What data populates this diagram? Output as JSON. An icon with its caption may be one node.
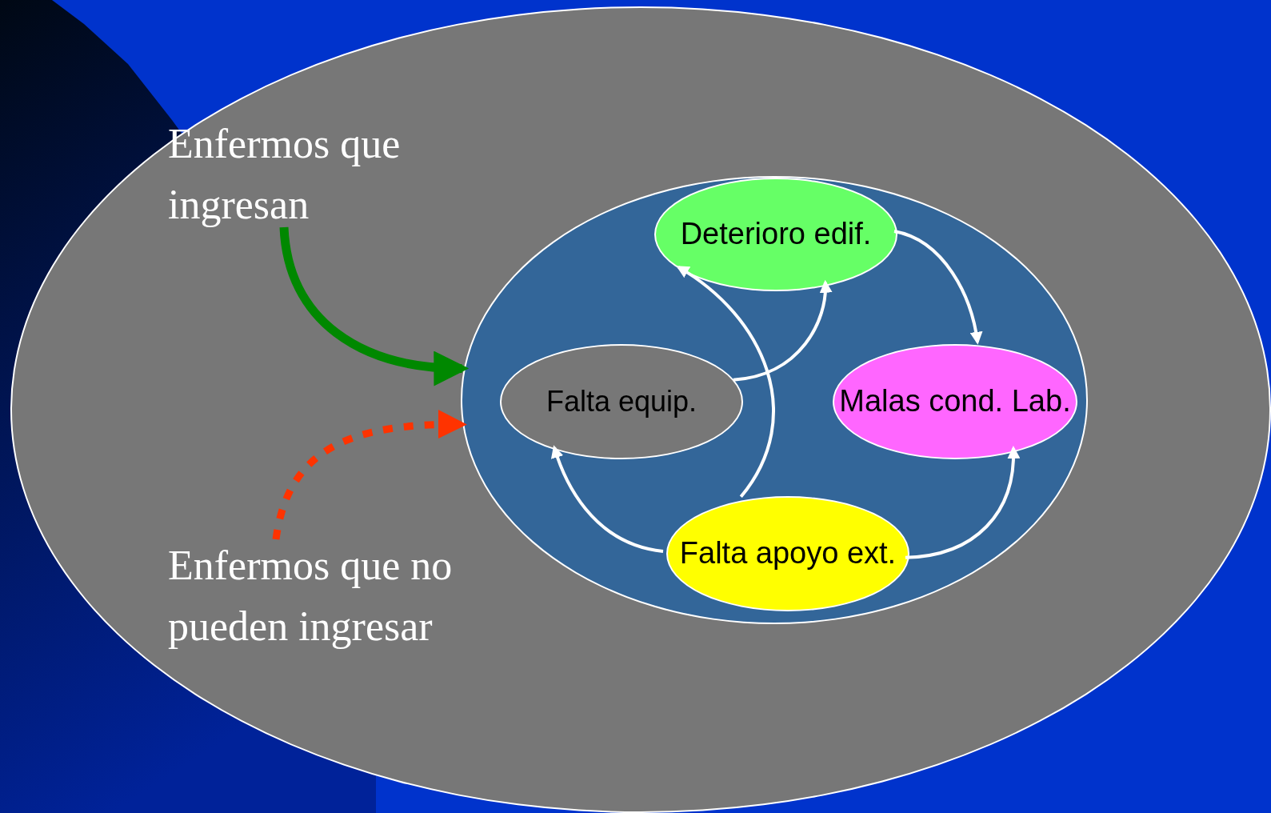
{
  "diagram": {
    "nodes": [
      {
        "text": [],
        "shape": "circle"
      },
      {
        "text": [
          "Enfermos que ingresan"
        ],
        "in": 0
      },
      {
        "text": [],
        "shape": "circle",
        "in": 0
      },
      {
        "text": [
          "Deterioro edif."
        ],
        "in": 2
      },
      {
        "text": [
          "Falta equip."
        ],
        "in": 2
      },
      {
        "text": [
          "Malas cond. Lab."
        ],
        "in": 2
      },
      {
        "text": [
          "Falta apoyo ext."
        ],
        "in": 2
      },
      {
        "text": [
          "Enfermos que no pueden ingresar"
        ],
        "in": 0
      }
    ],
    "edges": [
      {
        "from": 1,
        "to": 2,
        "arrow": "to",
        "style": "thick",
        "color": "#008800"
      },
      {
        "from": 7,
        "to": 2,
        "arrow": "to",
        "style": "dashed",
        "color": "#ff3300"
      },
      {
        "from": 3,
        "to": 5,
        "arrow": "to"
      },
      {
        "from": 4,
        "to": 3,
        "arrow": "to"
      },
      {
        "from": 6,
        "to": 3,
        "arrow": "to"
      },
      {
        "from": 6,
        "to": 4,
        "arrow": "to"
      },
      {
        "from": 6,
        "to": 5,
        "arrow": "to"
      }
    ]
  }
}
